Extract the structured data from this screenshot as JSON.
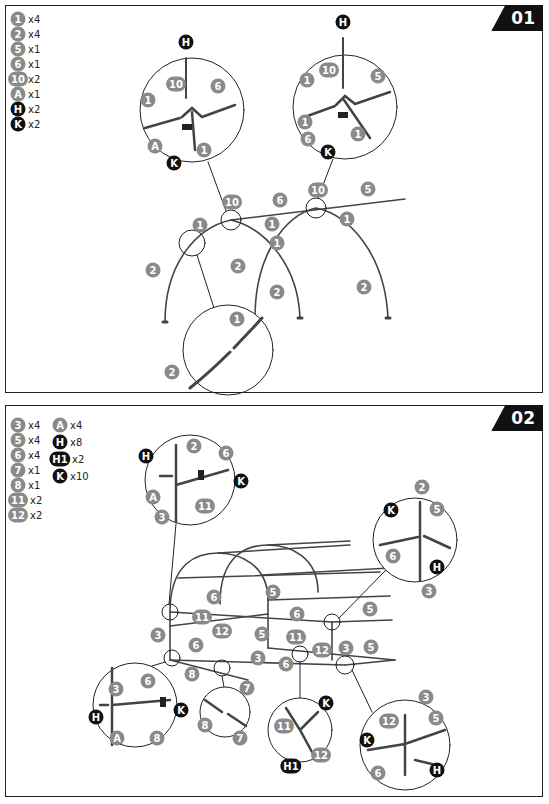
{
  "diagram": {
    "nodes": [
      {
        "text": [
          "01"
        ]
      },
      {
        "text": [
          "02"
        ]
      }
    ],
    "labels": [
      "1",
      "x4",
      "2",
      "x4",
      "5",
      "x1",
      "6",
      "x1",
      "10",
      "x2",
      "A",
      "x1",
      "H",
      "x2",
      "K",
      "x2",
      "H",
      "10",
      "1",
      "6",
      "A",
      "K",
      "1",
      "H",
      "1",
      "10",
      "5",
      "1",
      "6",
      "K",
      "1",
      "10",
      "6",
      "10",
      "5",
      "1",
      "1",
      "1",
      "1",
      "2",
      "2",
      "2",
      "2",
      "1",
      "2",
      "3",
      "x4",
      "A",
      "x4",
      "5",
      "x4",
      "H",
      "x8",
      "6",
      "x4",
      "H1",
      "x2",
      "7",
      "x1",
      "K",
      "x10",
      "8",
      "x1",
      "11",
      "x2",
      "12",
      "x2",
      "H",
      "2",
      "6",
      "A",
      "K",
      "3",
      "11",
      "2",
      "K",
      "5",
      "6",
      "H",
      "3",
      "6",
      "5",
      "11",
      "12",
      "5",
      "3",
      "6",
      "5",
      "11",
      "6",
      "12",
      "3",
      "3",
      "5",
      "6",
      "8",
      "7",
      "3",
      "6",
      "K",
      "H",
      "A",
      "8",
      "8",
      "7",
      "K",
      "11",
      "H1",
      "12",
      "3",
      "5",
      "12",
      "K",
      "6",
      "H"
    ]
  }
}
